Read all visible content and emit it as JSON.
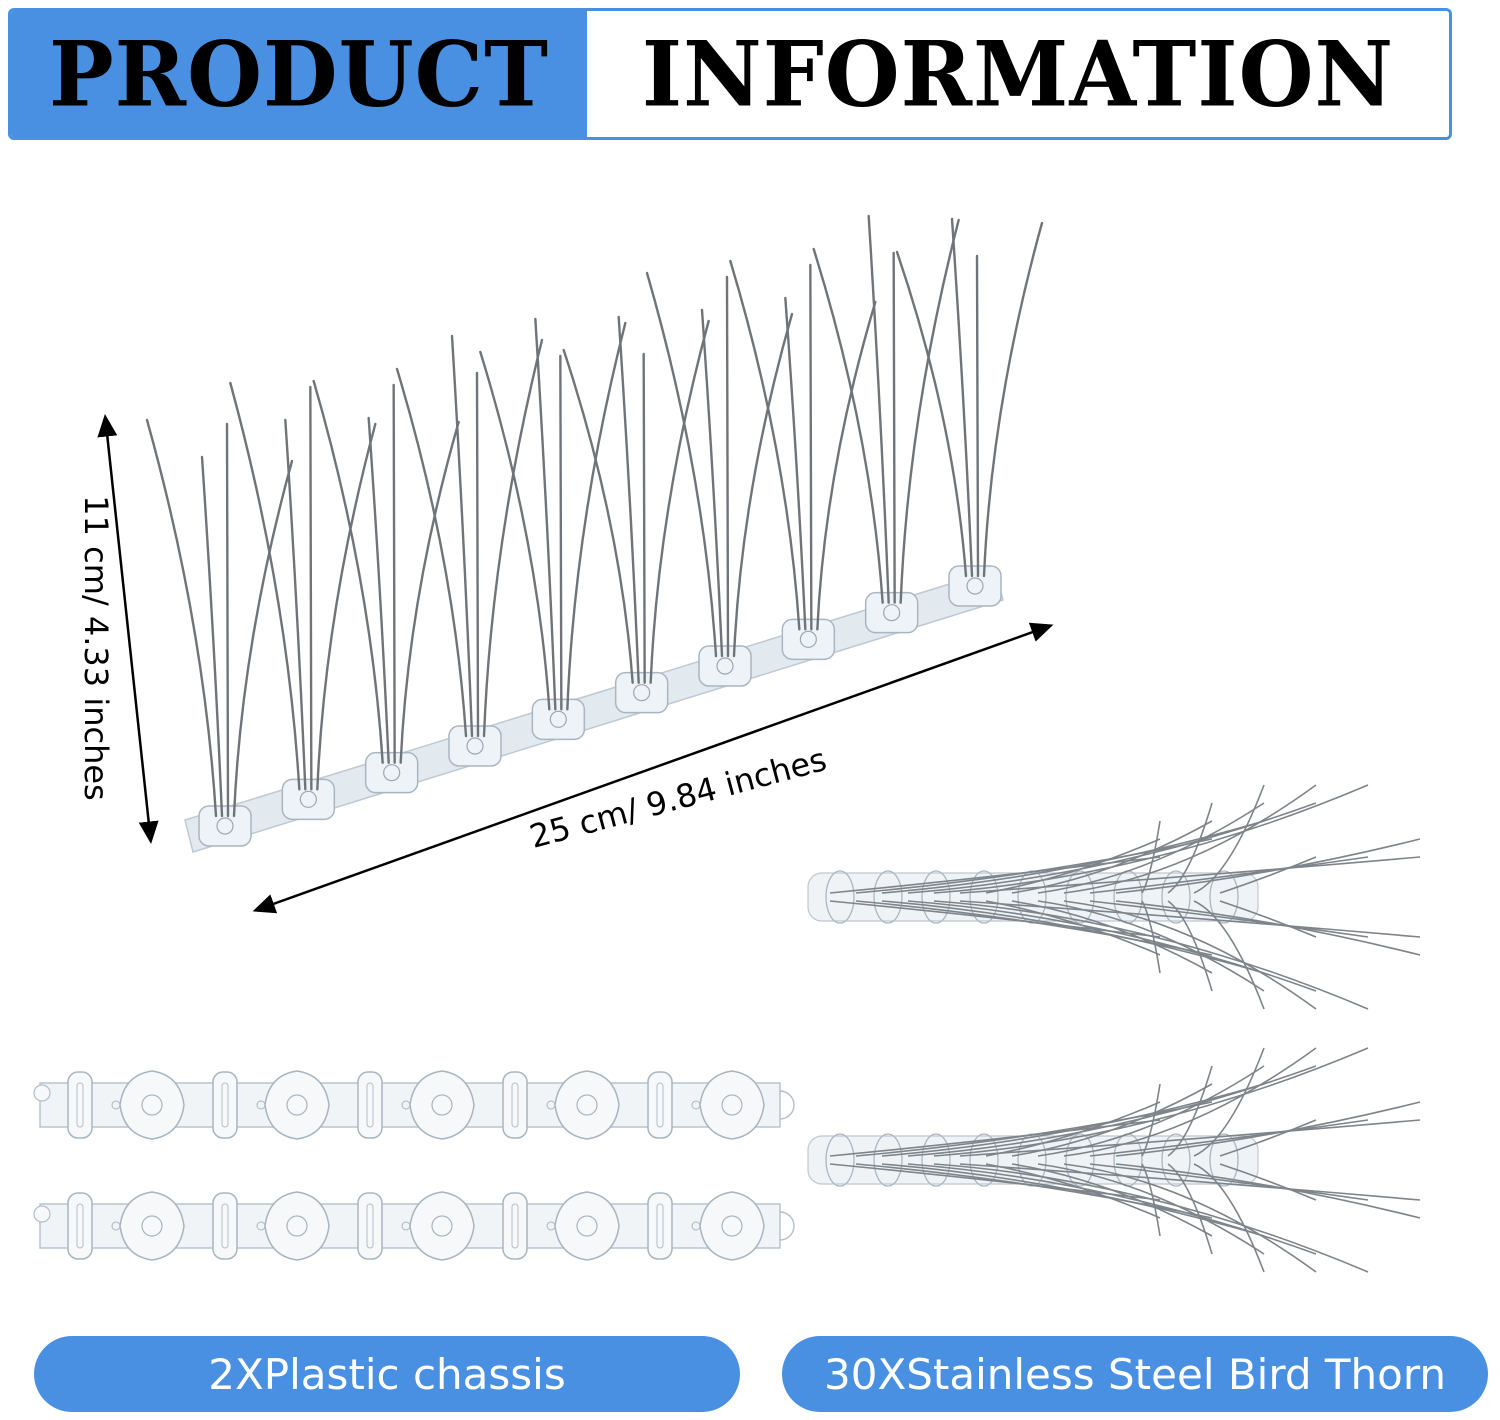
{
  "header": {
    "left_text": "PRODUCT",
    "right_text": "INFORMATION"
  },
  "dimensions": {
    "height_label": "11 cm/ 4.33 inches",
    "length_label": "25 cm/ 9.84 inches"
  },
  "labels": {
    "chassis": "2XPlastic chassis",
    "thorns": "30XStainless Steel Bird Thorn"
  },
  "colors": {
    "accent_blue": "#4a90e2",
    "plastic": "#dfe7ee",
    "steel": "#6e7479"
  }
}
